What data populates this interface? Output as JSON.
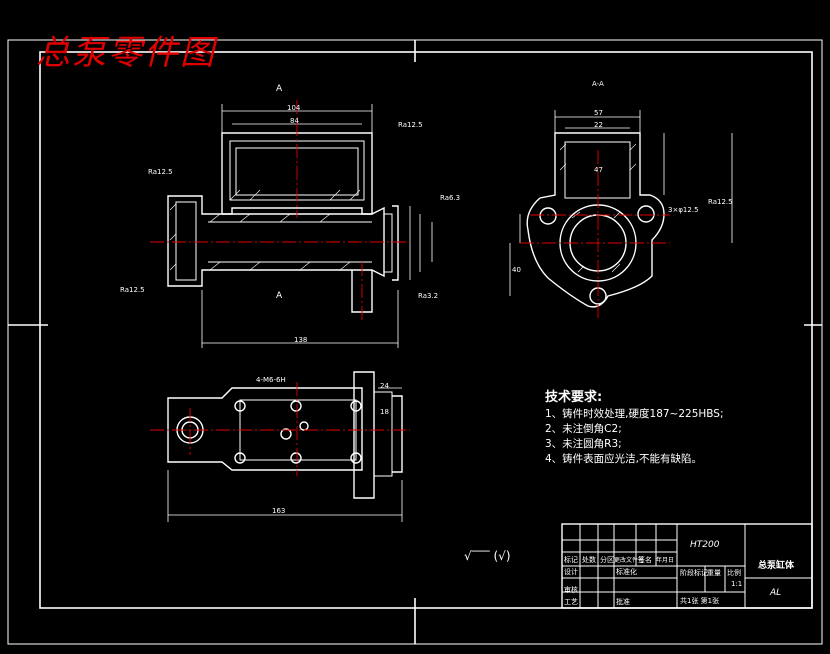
{
  "drawing_title": "总泵零件图",
  "view_labels": {
    "section_a_top": "A",
    "section_a_bottom": "A",
    "section_aa": "A-A"
  },
  "dimensions": {
    "top_width_outer": "104",
    "top_width_inner": "84",
    "total_length": "138",
    "bottom_length": "163",
    "right_h1": "57",
    "right_h2": "22",
    "right_w": "47",
    "right_h3": "40",
    "right_holes": "3×φ12.5",
    "bottom_d1": "24",
    "bottom_d2": "18",
    "bottom_thread": "4-M6-6H"
  },
  "roughness_labels": [
    "Ra12.5",
    "Ra12.5",
    "Ra3.2",
    "Ra12.5",
    "Ra6.3",
    "Ra12.5"
  ],
  "technical_requirements": {
    "heading": "技术要求:",
    "items": [
      "1、铸件时效处理,硬度187~225HBS;",
      "2、未注倒角C2;",
      "3、未注圆角R3;",
      "4、铸件表面应光洁,不能有缺陷。"
    ]
  },
  "rough_note": "(√)",
  "title_block": {
    "material": "HT200",
    "part_name": "总泵缸体",
    "drawing_no": "AL",
    "scale": "1:1",
    "header_cols": [
      "标记",
      "处数",
      "分区",
      "更改文件号",
      "签名",
      "年月日"
    ],
    "row_design": "设计",
    "row_std": "标准化",
    "row_check": "审核",
    "row_process": "工艺",
    "row_approve": "批准",
    "stage_label": "阶段标记",
    "weight_label": "重量",
    "scale_label": "比例",
    "sheet_label": "共1张 第1张"
  }
}
